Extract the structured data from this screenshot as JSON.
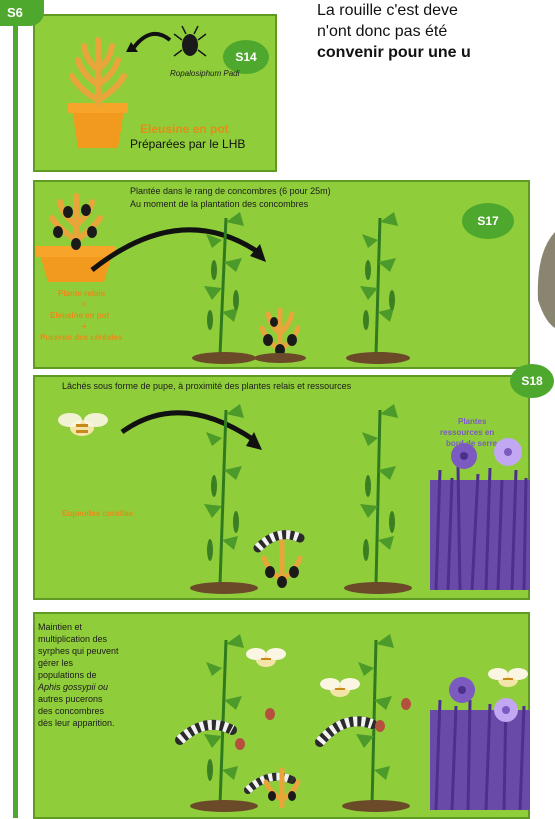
{
  "top_text": {
    "line1": "La rouille c'est deve",
    "line2": "n'ont donc pas été",
    "line3": "convenir pour une u"
  },
  "panel1": {
    "week": "S6",
    "badge": "S14",
    "insect": "Ropalosiphum Padi",
    "plant_label": "Eleusine en pot",
    "prepared_by": "Préparées par le LHB"
  },
  "panel2": {
    "badge": "S17",
    "line1": "Plantée dans le rang de concombres (6 pour 25m)",
    "line2": "Au moment de la plantation des concombres",
    "relay1": "Plante relais",
    "relay2": "=",
    "relay3": "Eleusine en pot",
    "relay4": "+",
    "relay5": "Puceron des céréales"
  },
  "panel3": {
    "badge": "S18",
    "line1": "Lâchés sous forme de pupe, à proximité des plantes relais et ressources",
    "insect_label": "Eupeodes corollae",
    "resources1": "Plantes",
    "resources2": "ressources en",
    "resources3": "bord de serre"
  },
  "panel4": {
    "l1": "Maintien et",
    "l2": "multiplication des",
    "l3": "syrphes qui peuvent",
    "l4": "gérer les",
    "l5": "populations de",
    "l6": "Aphis gossypii ou",
    "l7": "autres pucerons",
    "l8": "des concombres",
    "l9": "dès leur apparition."
  },
  "colors": {
    "panel_bg": "#8fce3a",
    "badge": "#4fa82e",
    "orange_label": "#e28d19",
    "pot": "#f29a1d",
    "flower": "#7b5bbf"
  }
}
